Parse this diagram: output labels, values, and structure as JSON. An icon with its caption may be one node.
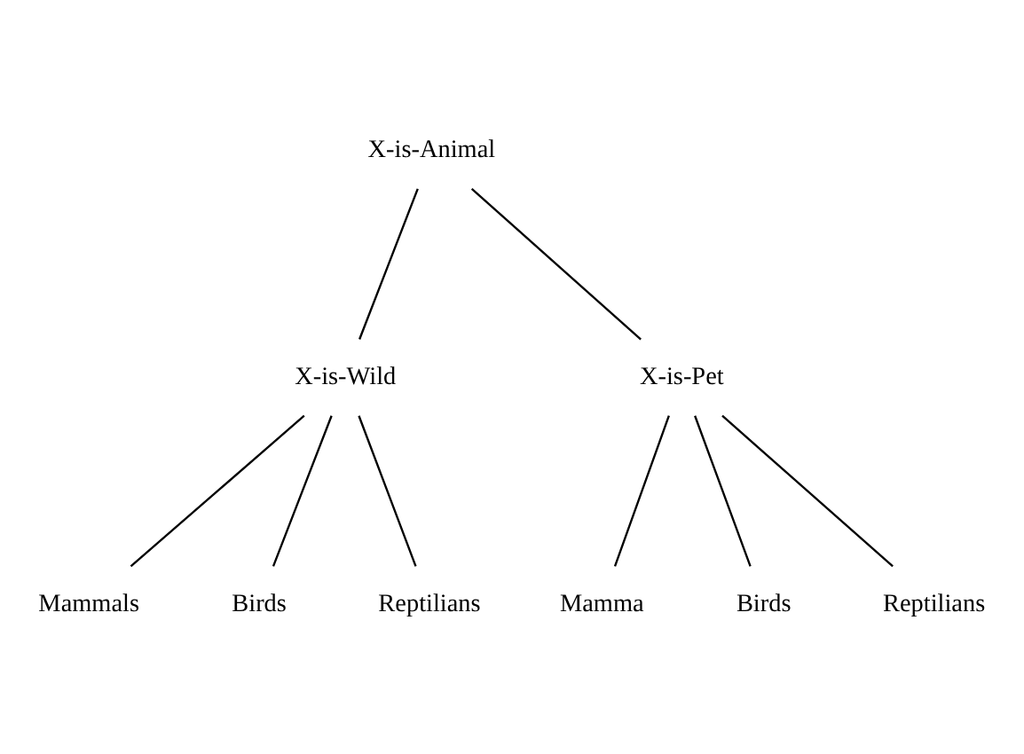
{
  "diagram": {
    "nodes": [
      {
        "text": [
          "X-is-Animal"
        ]
      },
      {
        "text": [
          "X-is-Wild"
        ]
      },
      {
        "text": [
          "X-is-Pet"
        ]
      },
      {
        "text": [
          "Mammals"
        ]
      },
      {
        "text": [
          "Birds"
        ]
      },
      {
        "text": [
          "Reptilians"
        ]
      },
      {
        "text": [
          "Mamma"
        ]
      },
      {
        "text": [
          "Birds"
        ]
      },
      {
        "text": [
          "Reptilians"
        ]
      }
    ],
    "edges": [
      {
        "from": 0,
        "to": 1,
        "arrow": "none"
      },
      {
        "from": 0,
        "to": 2,
        "arrow": "none"
      },
      {
        "from": 1,
        "to": 3,
        "arrow": "none"
      },
      {
        "from": 1,
        "to": 4,
        "arrow": "none"
      },
      {
        "from": 1,
        "to": 5,
        "arrow": "none"
      },
      {
        "from": 2,
        "to": 6,
        "arrow": "none"
      },
      {
        "from": 2,
        "to": 7,
        "arrow": "none"
      },
      {
        "from": 2,
        "to": 8,
        "arrow": "none"
      }
    ]
  }
}
